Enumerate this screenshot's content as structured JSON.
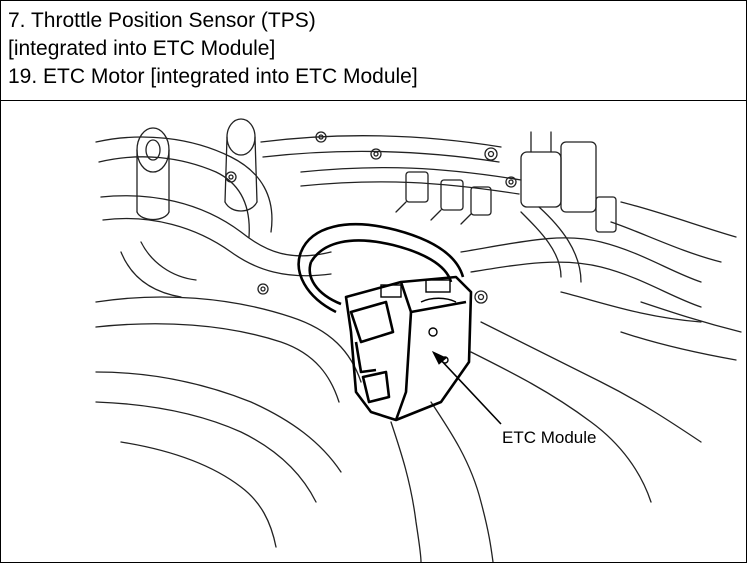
{
  "header": {
    "line1": "7. Throttle Position Sensor (TPS)",
    "line2": "[integrated into ETC Module]",
    "line3": "19. ETC Motor [integrated into ETC Module]"
  },
  "figure": {
    "callout_label": "ETC Module"
  }
}
